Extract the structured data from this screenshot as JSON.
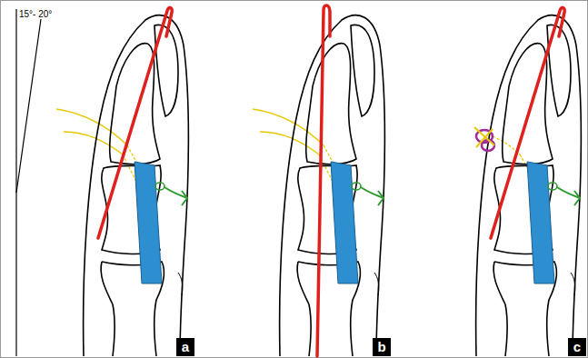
{
  "diagram": {
    "labels": [
      "15°- 20°",
      "a",
      "b",
      "c"
    ]
  }
}
